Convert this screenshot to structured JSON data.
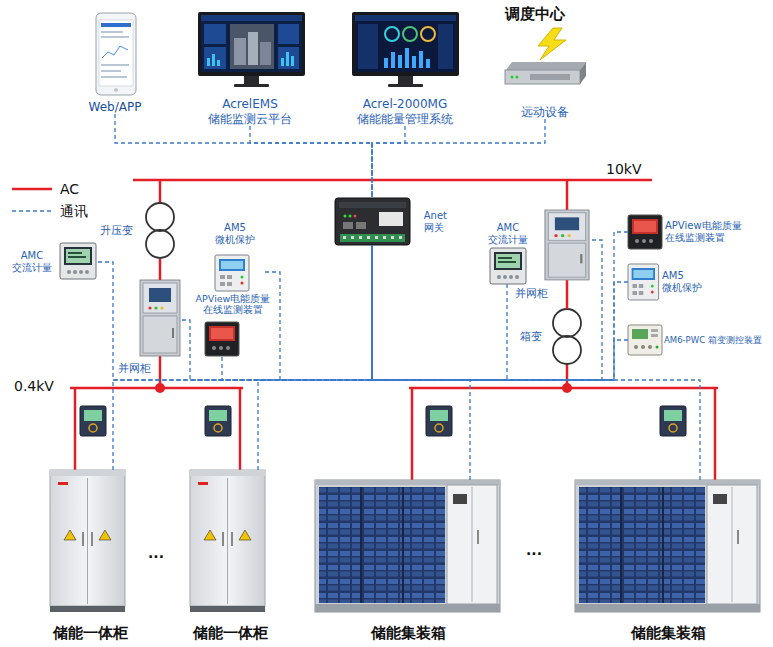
{
  "diagram": {
    "nodes": [
      {
        "text": [
          "Web/APP"
        ]
      },
      {
        "text": [
          "AcrelEMS",
          "储能监测云平台"
        ]
      },
      {
        "text": [
          "Acrel-2000MG",
          "储能能量管理系统"
        ]
      },
      {
        "text": [
          "远动设备"
        ]
      },
      {
        "text": [
          "Anet",
          "网关"
        ]
      },
      {
        "text": [
          "AMC",
          "交流计量"
        ]
      },
      {
        "text": [
          "升压变"
        ]
      },
      {
        "text": [
          "AM5",
          "微机保护"
        ]
      },
      {
        "text": [
          "APView电能质量 在线监测装置"
        ]
      },
      {
        "text": [
          "并网柜"
        ]
      },
      {
        "text": [
          "AMC",
          "交流计量"
        ]
      },
      {
        "text": [
          "并网柜"
        ]
      },
      {
        "text": [
          "APView电能质量 在线监测装置"
        ]
      },
      {
        "text": [
          "AM5",
          "微机保护"
        ]
      },
      {
        "text": [
          "箱变"
        ]
      },
      {
        "text": [
          "AM6-PWC 箱变测控装置"
        ]
      },
      {
        "text": [
          "储能一体柜"
        ]
      },
      {
        "text": [
          "储能一体柜"
        ]
      },
      {
        "text": [
          "储能集装箱"
        ]
      },
      {
        "text": [
          "储能集装箱"
        ]
      }
    ],
    "edges": [
      {
        "from": 0,
        "to": 4,
        "arrow": "none"
      },
      {
        "from": 1,
        "to": 4,
        "arrow": "none"
      },
      {
        "from": 2,
        "to": 4,
        "arrow": "none"
      },
      {
        "from": 3,
        "to": 4,
        "arrow": "none"
      },
      {
        "from": 5,
        "to": 4,
        "arrow": "none"
      },
      {
        "from": 6,
        "to": 9,
        "arrow": "none"
      },
      {
        "from": 7,
        "to": 4,
        "arrow": "none"
      },
      {
        "from": 8,
        "to": 4,
        "arrow": "none"
      },
      {
        "from": 9,
        "to": 4,
        "arrow": "none"
      },
      {
        "from": 10,
        "to": 4,
        "arrow": "none"
      },
      {
        "from": 11,
        "to": 4,
        "arrow": "none"
      },
      {
        "from": 11,
        "to": 14,
        "arrow": "none"
      },
      {
        "from": 12,
        "to": 4,
        "arrow": "none"
      },
      {
        "from": 13,
        "to": 4,
        "arrow": "none"
      },
      {
        "from": 15,
        "to": 4,
        "arrow": "none"
      },
      {
        "from": 16,
        "to": 4,
        "arrow": "none"
      },
      {
        "from": 17,
        "to": 4,
        "arrow": "none"
      },
      {
        "from": 18,
        "to": 4,
        "arrow": "none"
      },
      {
        "from": 19,
        "to": 4,
        "arrow": "none"
      }
    ],
    "labels": [
      "调度中心",
      "10kV",
      "0.4kV",
      "...",
      "..."
    ],
    "legend": [
      {
        "text": "AC"
      },
      {
        "text": "通讯"
      }
    ]
  }
}
